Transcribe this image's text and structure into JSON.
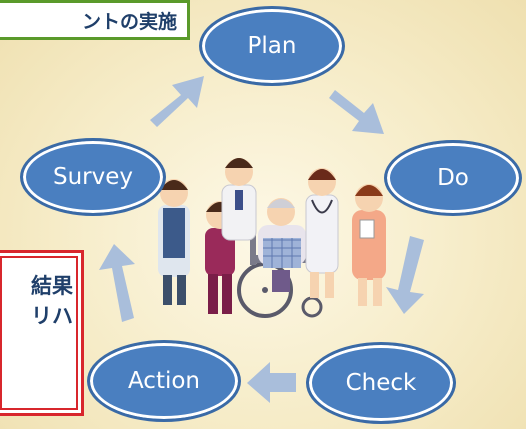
{
  "callouts": {
    "top": "ントの実施",
    "left_line1": "結果",
    "left_line2": "リハ"
  },
  "cycle": {
    "nodes": {
      "plan": "Plan",
      "do": "Do",
      "check": "Check",
      "action": "Action",
      "survey": "Survey"
    }
  },
  "colors": {
    "node_fill": "#4a7fc0",
    "arrow": "#a9bedb",
    "callout_top_border": "#5a9a2a",
    "callout_left_border": "#d8262c",
    "callout_text": "#1f3f6a"
  },
  "illustration": {
    "description_icon": "caregivers-and-wheelchair-elder-illustration"
  }
}
